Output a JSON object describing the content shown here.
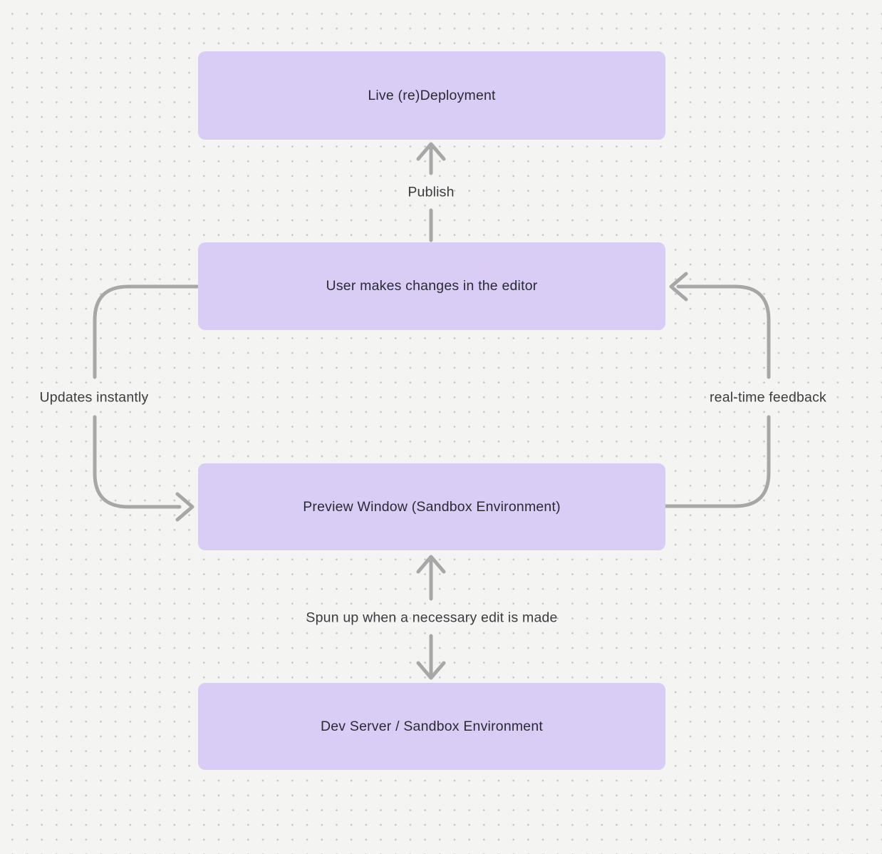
{
  "diagram": {
    "nodes": [
      {
        "id": "live-deployment",
        "label": "Live (re)Deployment"
      },
      {
        "id": "editor-changes",
        "label": "User makes changes in the editor"
      },
      {
        "id": "preview-window",
        "label": "Preview Window (Sandbox Environment)"
      },
      {
        "id": "dev-server",
        "label": "Dev Server / Sandbox Environment"
      }
    ],
    "edges": [
      {
        "id": "publish",
        "label": "Publish",
        "from": "editor-changes",
        "to": "live-deployment"
      },
      {
        "id": "updates-instantly",
        "label": "Updates instantly",
        "from": "editor-changes",
        "to": "preview-window"
      },
      {
        "id": "real-time-feedback",
        "label": "real-time feedback",
        "from": "preview-window",
        "to": "editor-changes"
      },
      {
        "id": "spun-up",
        "label": "Spun up when a necessary edit is made",
        "from": "preview-window",
        "to": "dev-server"
      }
    ]
  },
  "theme": {
    "canvas_bg": "#f4f4f3",
    "dot_color": "#c6c6c5",
    "node_fill": "#d9cdf6",
    "node_text": "#2a2a33",
    "arrow_color": "#a7a7a7",
    "label_text": "#3c3c40"
  }
}
